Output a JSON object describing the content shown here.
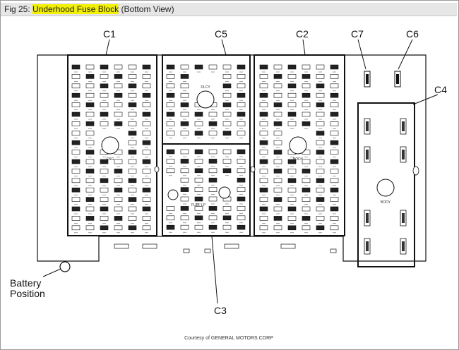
{
  "title": {
    "prefix": "Fig 25: ",
    "highlight": "Underhood Fuse Block",
    "suffix": " (Bottom View)"
  },
  "connectors": {
    "c1": "C1",
    "c2": "C2",
    "c3": "C3",
    "c4": "C4",
    "c5": "C5",
    "c6": "C6",
    "c7": "C7"
  },
  "modules": {
    "eng": "ENG",
    "body_c2": "BODY",
    "body_c4": "BODY",
    "dlcy": "DLCY",
    "fuel": "FUEL LP"
  },
  "battery_label_line1": "Battery",
  "battery_label_line2": "Position",
  "credit": "Courtesy of GENERAL MOTORS CORP",
  "colors": {
    "highlight": "#f2f000",
    "line": "#111111",
    "fuse": "#222222"
  }
}
